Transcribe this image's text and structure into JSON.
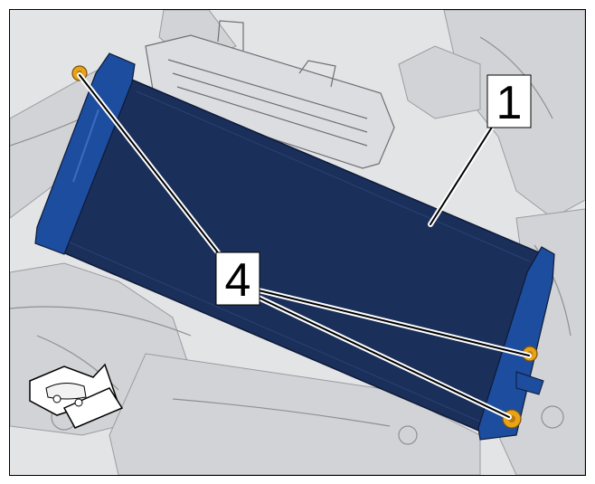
{
  "callouts": [
    {
      "id": "1",
      "label": "1"
    },
    {
      "id": "4",
      "label": "4"
    }
  ],
  "colors": {
    "radiator": "#1a2f5a",
    "radiator_edge": "#0d1a38",
    "tank": "#1d4d9e",
    "bolt": "#e8a317",
    "background_part": "#d4d5d8",
    "frame_bg": "#e3e4e6"
  },
  "icons": {
    "direction": "vehicle-direction-arrow-icon"
  }
}
